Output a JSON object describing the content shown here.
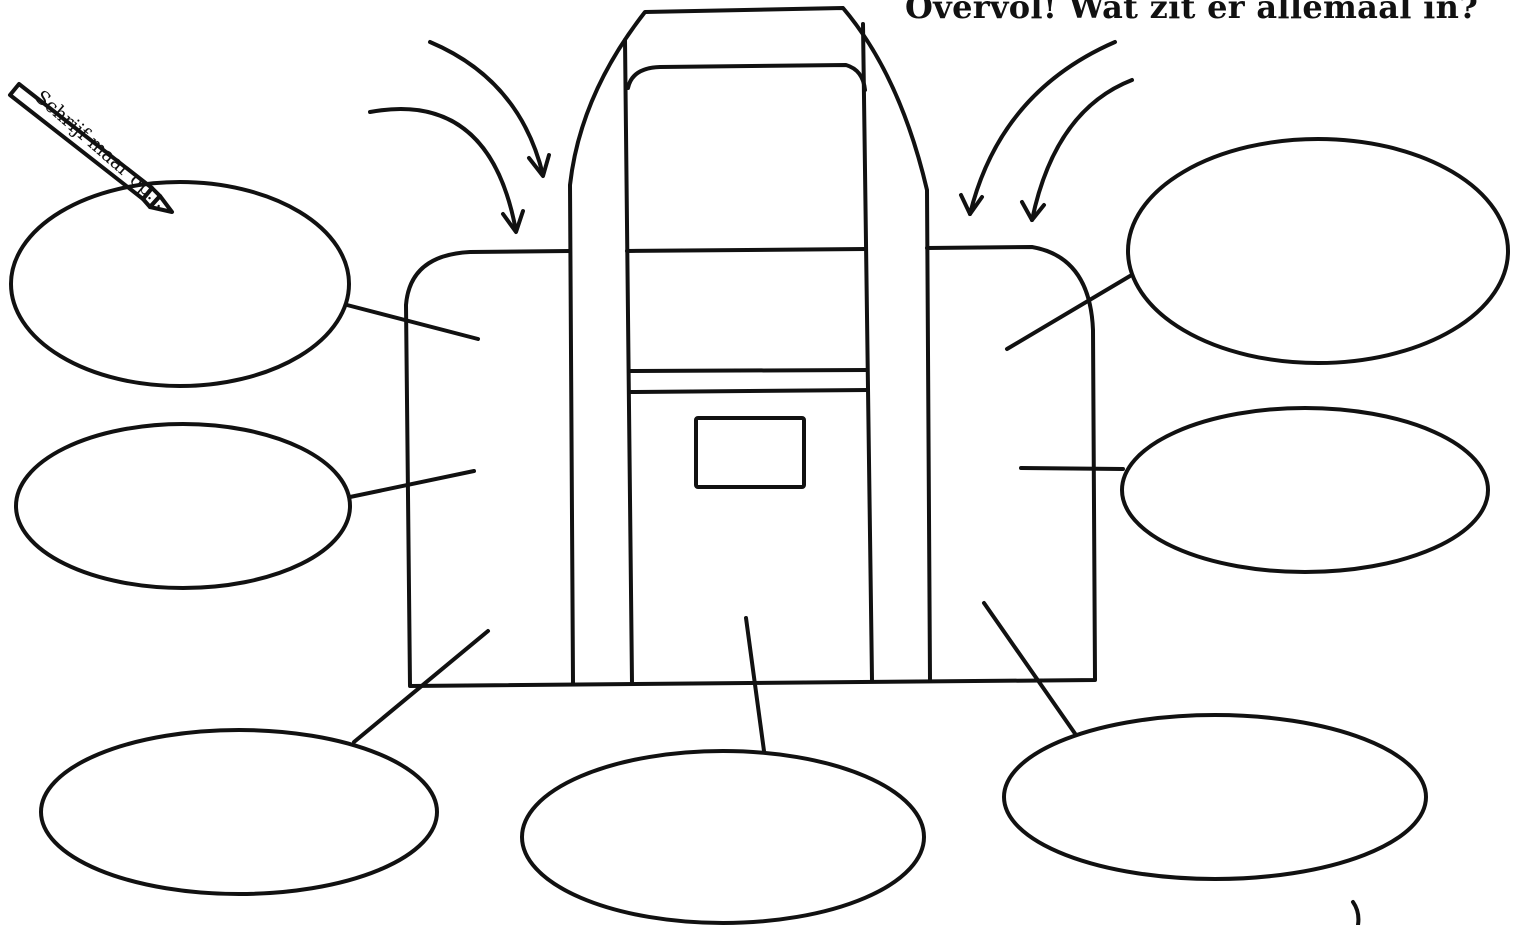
{
  "worksheet": {
    "title": "Overvol! Wat zit er allemaal in?",
    "hint": "Schrijf maar op...",
    "answer_bubbles": [
      {
        "id": "left-top",
        "text": ""
      },
      {
        "id": "left-middle",
        "text": ""
      },
      {
        "id": "bottom-left",
        "text": ""
      },
      {
        "id": "bottom-center",
        "text": ""
      },
      {
        "id": "bottom-right",
        "text": ""
      },
      {
        "id": "right-middle",
        "text": ""
      },
      {
        "id": "right-top",
        "text": ""
      }
    ],
    "colors": {
      "ink": "#111111",
      "paper": "#ffffff"
    },
    "icons": [
      "pencil-icon",
      "bag-illustration",
      "arrow-icon"
    ]
  }
}
